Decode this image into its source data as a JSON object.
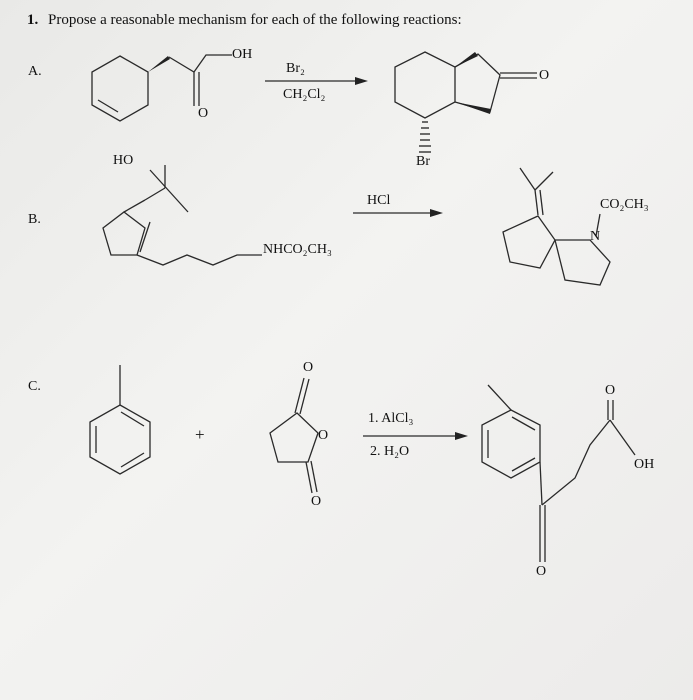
{
  "question": {
    "number": "1.",
    "text": "Propose a reasonable mechanism for each of the following reactions:"
  },
  "reactions": {
    "a": {
      "label": "A.",
      "oh": "OH",
      "carbonyl_o": "O",
      "reagent_top": "Br₂",
      "reagent_bottom": "CH₂Cl₂",
      "product_o": "O",
      "product_br": "Br"
    },
    "b": {
      "label": "B.",
      "ho": "HO",
      "carbamate": "NHCO₂CH₃",
      "reagent": "HCl",
      "product_ester": "CO₂CH₃",
      "product_n": "N"
    },
    "c": {
      "label": "C.",
      "plus": "+",
      "anhydride_o_top": "O",
      "anhydride_o_ring": "O",
      "anhydride_o_bottom": "O",
      "reagent_1": "1. AlCl₃",
      "reagent_2": "2. H₂O",
      "product_acid_o": "O",
      "product_oh": "OH",
      "product_ketone_o": "O"
    }
  }
}
